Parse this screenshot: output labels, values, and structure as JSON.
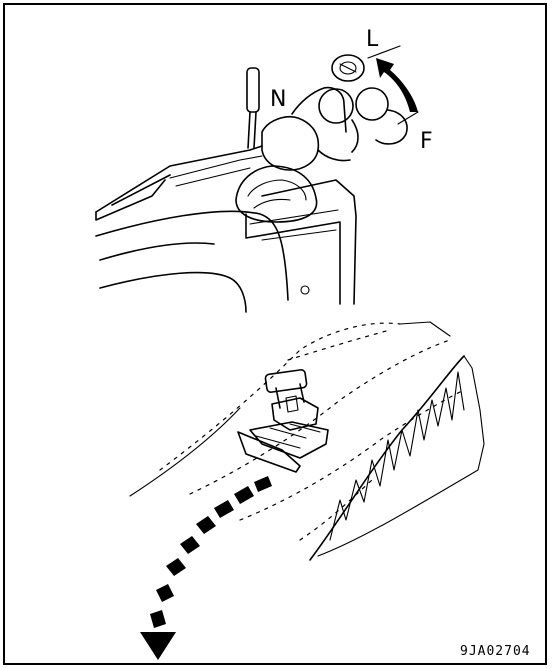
{
  "labels": {
    "lever_left": "L",
    "lever_neutral": "N",
    "lever_forward": "F"
  },
  "figure_id": "9JA02704"
}
